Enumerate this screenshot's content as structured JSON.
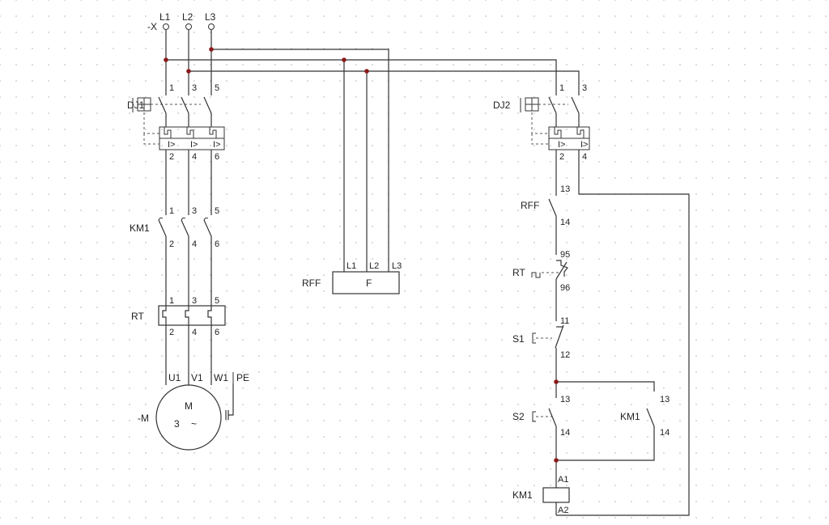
{
  "supply": {
    "x_label": "-X",
    "phases": [
      "L1",
      "L2",
      "L3"
    ]
  },
  "dj1": {
    "label": "DJ1",
    "top_terms": [
      "1",
      "3",
      "5"
    ],
    "bottom_terms": [
      "2",
      "4",
      "6"
    ]
  },
  "km1_main": {
    "label": "KM1",
    "top_terms": [
      "1",
      "3",
      "5"
    ],
    "bottom_terms": [
      "2",
      "4",
      "6"
    ]
  },
  "rt_main": {
    "label": "RT",
    "top_terms": [
      "1",
      "3",
      "5"
    ],
    "bottom_terms": [
      "2",
      "4",
      "6"
    ]
  },
  "motor": {
    "label": "-M",
    "symbol": "M",
    "phase_count": "3",
    "ac": "~",
    "terms": [
      "U1",
      "V1",
      "W1",
      "PE"
    ]
  },
  "rff": {
    "label": "RFF",
    "inner": "F",
    "terms": [
      "L1",
      "L2",
      "L3"
    ]
  },
  "dj2": {
    "label": "DJ2",
    "top_terms": [
      "1",
      "3"
    ],
    "bottom_terms": [
      "2",
      "4"
    ]
  },
  "ctrl": {
    "rff_contact": {
      "label": "RFF",
      "terms": [
        "13",
        "14"
      ]
    },
    "rt_contact": {
      "label": "RT",
      "terms": [
        "95",
        "96"
      ]
    },
    "s1": {
      "label": "S1",
      "terms": [
        "11",
        "12"
      ]
    },
    "s2": {
      "label": "S2",
      "terms": [
        "13",
        "14"
      ]
    },
    "km1_aux": {
      "label": "KM1",
      "terms": [
        "13",
        "14"
      ]
    },
    "coil": {
      "label": "KM1",
      "terms": [
        "A1",
        "A2"
      ]
    }
  },
  "colors": {
    "wire": "#333333",
    "junction": "#8b1a1a",
    "grid": "#d2d2d2"
  }
}
